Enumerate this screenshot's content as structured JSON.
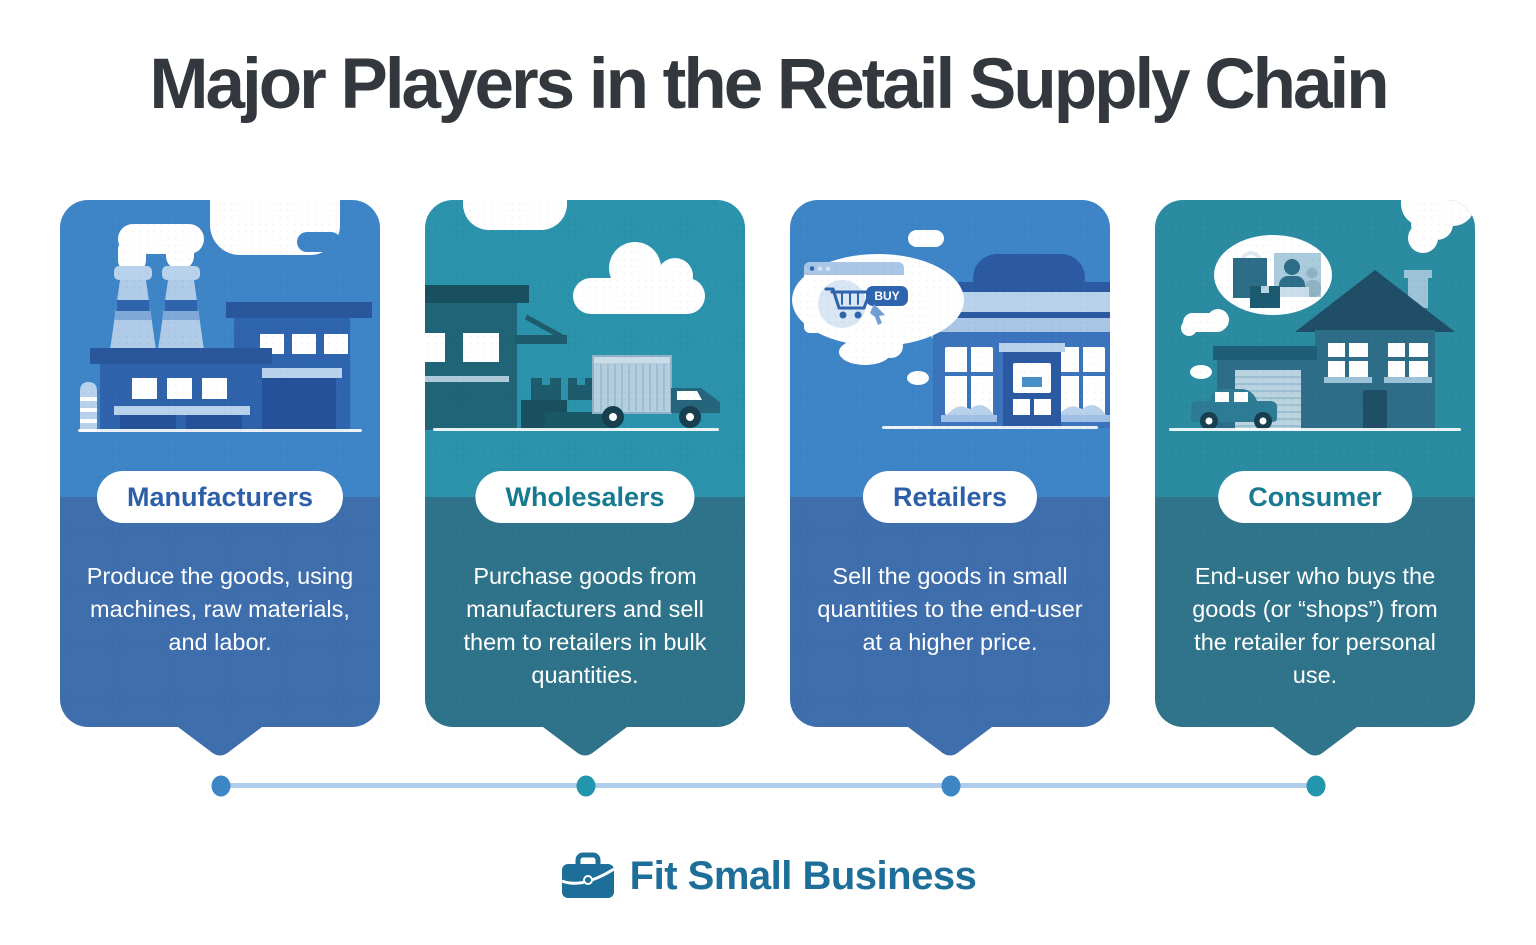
{
  "title": "Major Players in the Retail Supply Chain",
  "cards": [
    {
      "label": "Manufacturers",
      "description": "Produce the goods, using machines, raw materials, and labor.",
      "scheme": "blue",
      "illustration": "factory-icon"
    },
    {
      "label": "Wholesalers",
      "description": "Purchase goods from manufacturers and sell them to retailers in bulk quantities.",
      "scheme": "teal",
      "illustration": "warehouse-truck-icon"
    },
    {
      "label": "Retailers",
      "description": "Sell the goods in small quantities to the end-user at a higher price.",
      "scheme": "blue",
      "illustration": "storefront-icon",
      "buy_button_label": "BUY"
    },
    {
      "label": "Consumer",
      "description": "End-user who buys the goods (or “shops”) from the retailer for personal use.",
      "scheme": "teal",
      "illustration": "house-car-icon"
    }
  ],
  "footer": {
    "brand": "Fit Small Business"
  },
  "colors": {
    "title": "#33383E",
    "blue_card_top": "#3D85C7",
    "blue_card_bottom": "#3F6EAD",
    "teal_card_top": "#2B93AB",
    "teal_card_top_dark": "#2A8BA1",
    "teal_card_bottom": "#2E7389",
    "pill_background": "#FFFFFF",
    "pill_text_blue": "#2D5FA8",
    "pill_text_teal": "#187A91",
    "timeline_line": "#AECDEB",
    "timeline_dot_blue": "#3D86C6",
    "timeline_dot_teal": "#2196AD",
    "brand": "#1D6E99"
  }
}
